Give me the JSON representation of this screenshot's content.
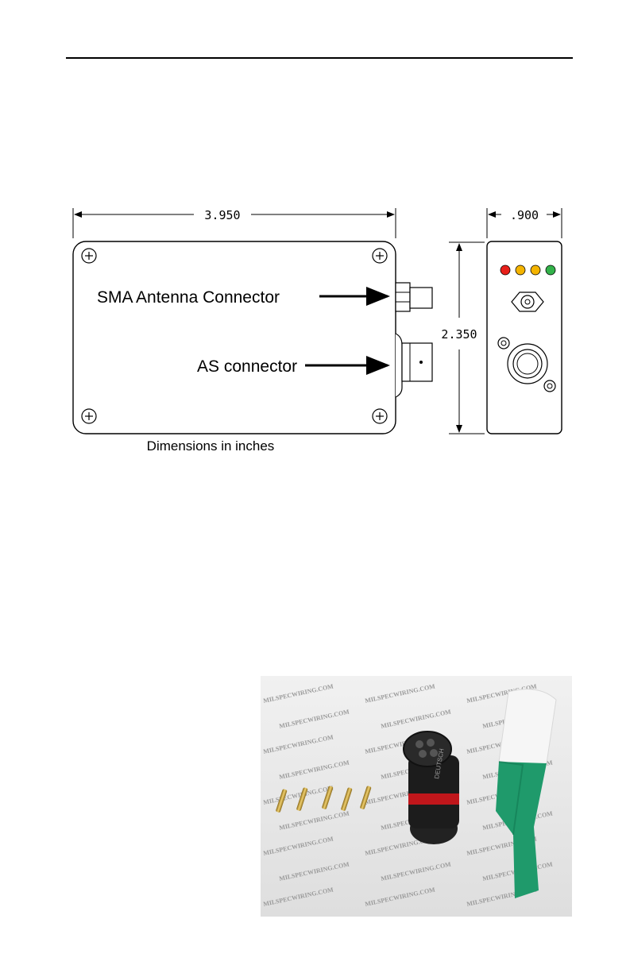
{
  "drawing": {
    "dimensions": {
      "width_value": "3.950",
      "height_value": "2.350",
      "depth_value": ".900"
    },
    "labels": {
      "sma_connector": "SMA Antenna Connector",
      "as_connector": "AS connector"
    },
    "status_led_colors": [
      "#e8201a",
      "#f4b400",
      "#f4b400",
      "#33b24a"
    ]
  },
  "caption": "Dimensions in inches",
  "photo": {
    "watermark_text": "MILSPECWIRING.COM",
    "connector_brand": "DEUTSCH",
    "colors": {
      "connector_body": "#1c1c1c",
      "connector_band": "#c0161b",
      "boot": "#1f9a6b",
      "pins": "#c9a233"
    }
  }
}
